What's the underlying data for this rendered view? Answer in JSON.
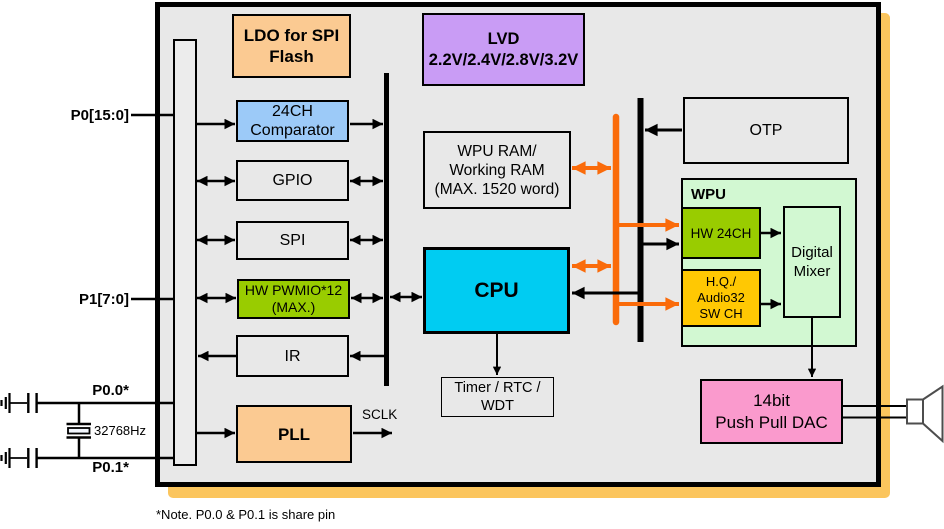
{
  "pins": {
    "p0": "P0[15:0]",
    "p1": "P1[7:0]",
    "p0_0": "P0.0*",
    "p0_1": "P0.1*"
  },
  "blocks": {
    "ldo": {
      "label": "LDO for SPI\nFlash"
    },
    "lvd": {
      "label": "LVD\n2.2V/2.4V/2.8V/3.2V"
    },
    "comparator": {
      "label": "24CH\nComparator"
    },
    "gpio": {
      "label": "GPIO"
    },
    "spi": {
      "label": "SPI"
    },
    "pwm": {
      "label": "HW PWMIO*12\n(MAX.)"
    },
    "ir": {
      "label": "IR"
    },
    "pll": {
      "label": "PLL"
    },
    "wpu_ram": {
      "label": "WPU RAM/\nWorking RAM\n(MAX. 1520 word)"
    },
    "cpu": {
      "label": "CPU"
    },
    "timer": {
      "label": "Timer / RTC /\nWDT"
    },
    "otp": {
      "label": "OTP"
    },
    "wpu": {
      "label": "WPU"
    },
    "hw24": {
      "label": "HW 24CH"
    },
    "hq": {
      "label": "H.Q./\nAudio32\nSW CH"
    },
    "mixer": {
      "label": "Digital\nMixer"
    },
    "dac": {
      "label": "14bit\nPush Pull DAC"
    }
  },
  "annotations": {
    "sclk": "SCLK",
    "crystal": "32768Hz",
    "note": "*Note. P0.0 & P0.1 is share pin"
  },
  "colors": {
    "orange": "#FA6B0A",
    "peach": "#FBCA92",
    "purple": "#C99CF5",
    "blue": "#9CCAF8",
    "green": "#99CC00",
    "cyan": "#00CCF2",
    "palegreen": "#D2F8D2",
    "gold": "#FFC803",
    "pink": "#FA9ACD",
    "gray": "#E8E8E8",
    "shadow": "#FBC55D"
  }
}
